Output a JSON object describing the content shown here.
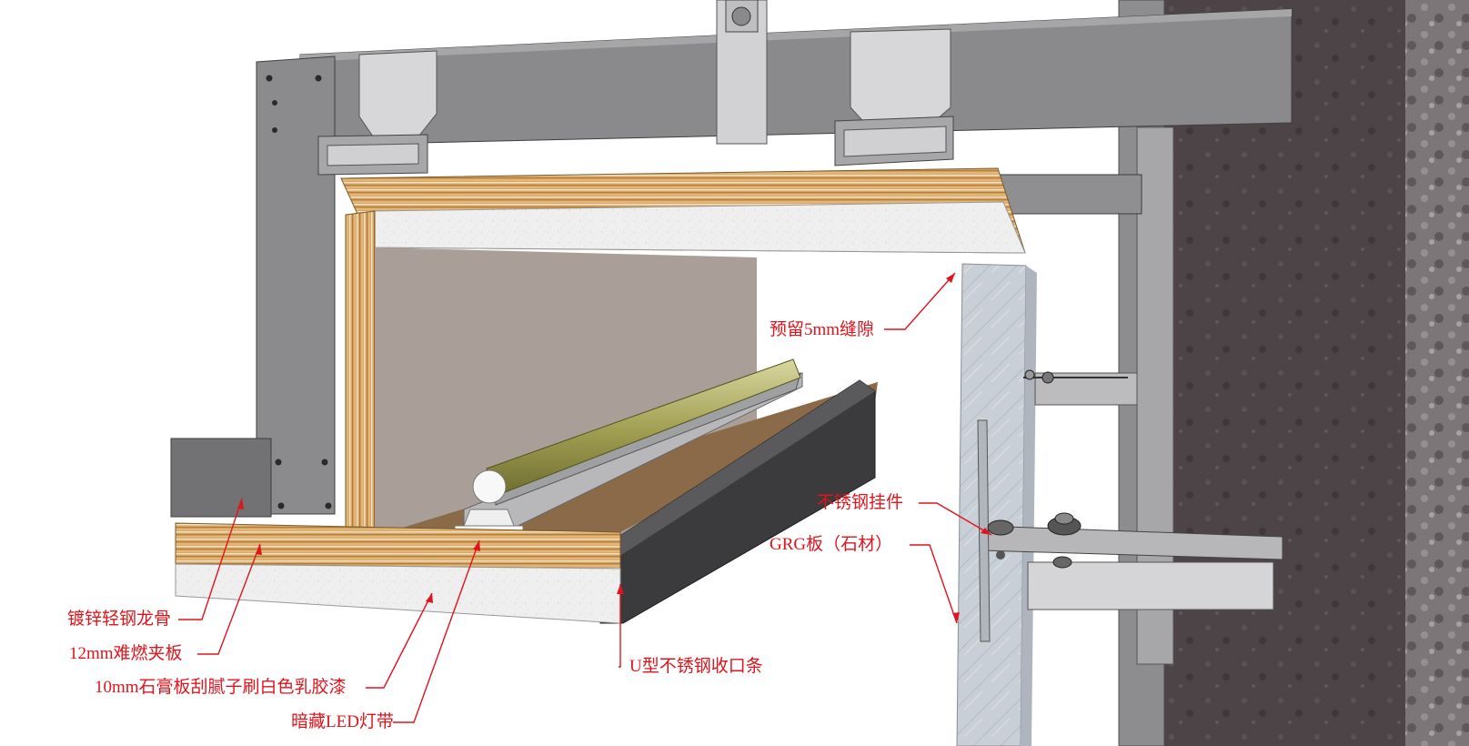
{
  "colors": {
    "label_text": "#e0141c",
    "leader_line": "#e0141c",
    "steel": "#8c8c8e",
    "steel_dark": "#6e6e70",
    "plywood": "#d9a866",
    "gypsum": "#eeeeee",
    "wall_panel": "#a89f98",
    "grg_stone": "#c7cdd4",
    "stone_wall": "#4a4244",
    "led_tube": "#9c9a4c",
    "u_trim": "#3a3a3c",
    "wood_floor": "#8a6a48"
  },
  "labels": {
    "gap_5mm": "预留5mm缝隙",
    "stainless_hanger": "不锈钢挂件",
    "grg_board": "GRG板（石材）",
    "galvanized_keel": "镀锌轻钢龙骨",
    "plywood_12mm": "12mm难燃夹板",
    "gypsum_10mm": "10mm石膏板刮腻子刷白色乳胶漆",
    "u_trim": "U型不锈钢收口条",
    "hidden_led": "暗藏LED灯带"
  },
  "icons": {
    "bolt": "hex-bolt-icon",
    "channel": "c-channel-icon"
  }
}
